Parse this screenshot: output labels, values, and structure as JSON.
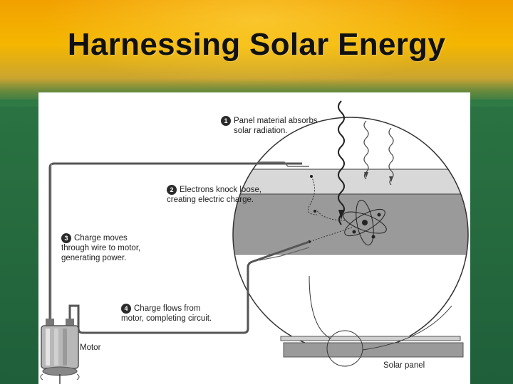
{
  "slide": {
    "title": "Harnessing Solar Energy"
  },
  "diagram": {
    "steps": [
      {
        "number": "1",
        "line1": "Panel material absorbs",
        "line2": "solar radiation."
      },
      {
        "number": "2",
        "line1": "Electrons knock loose,",
        "line2": "creating electric charge."
      },
      {
        "number": "3",
        "line1": "Charge moves",
        "line2": "through wire to motor,",
        "line3": "generating power."
      },
      {
        "number": "4",
        "line1": "Charge flows from",
        "line2": "motor, completing circuit."
      }
    ],
    "motor_label": "Motor",
    "solar_panel_label": "Solar panel"
  }
}
